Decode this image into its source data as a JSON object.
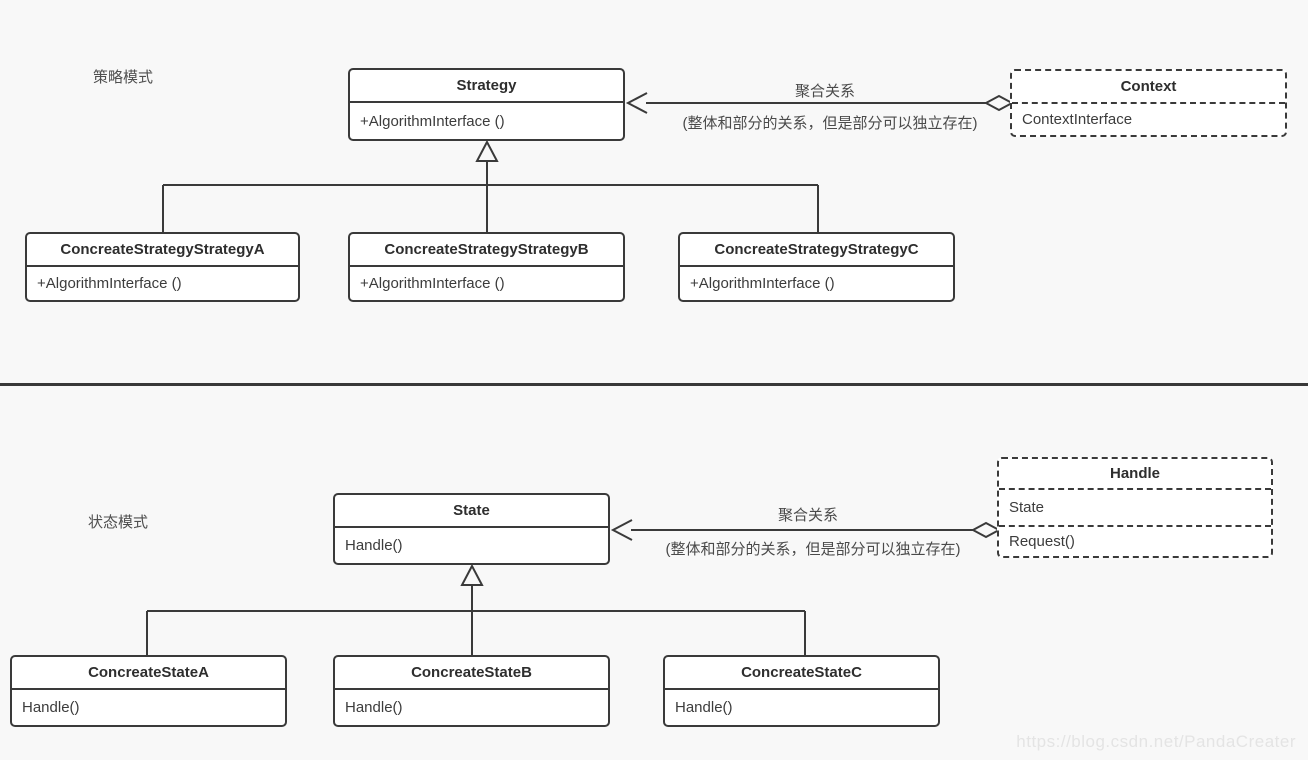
{
  "watermark": "https://blog.csdn.net/PandaCreater",
  "colors": {
    "background": "#f8f8f8",
    "box_fill": "#ffffff",
    "line": "#3a3a3a",
    "watermark_text": "#e4e4e4"
  },
  "strategy_pattern": {
    "section_label": "策略模式",
    "aggregation_label": "聚合关系",
    "aggregation_note": "(整体和部分的关系，但是部分可以独立存在)",
    "parent": {
      "title": "Strategy",
      "method": "+AlgorithmInterface ()"
    },
    "aggregator": {
      "title": "Context",
      "attribute": "ContextInterface"
    },
    "children": [
      {
        "title": "ConcreateStrategyStrategyA",
        "method": "+AlgorithmInterface ()"
      },
      {
        "title": "ConcreateStrategyStrategyB",
        "method": "+AlgorithmInterface ()"
      },
      {
        "title": "ConcreateStrategyStrategyC",
        "method": "+AlgorithmInterface ()"
      }
    ]
  },
  "state_pattern": {
    "section_label": "状态模式",
    "aggregation_label": "聚合关系",
    "aggregation_note": "(整体和部分的关系，但是部分可以独立存在)",
    "parent": {
      "title": "State",
      "method": "Handle()"
    },
    "aggregator": {
      "title": "Handle",
      "attribute": "State",
      "method": "Request()"
    },
    "children": [
      {
        "title": "ConcreateStateA",
        "method": "Handle()"
      },
      {
        "title": "ConcreateStateB",
        "method": "Handle()"
      },
      {
        "title": "ConcreateStateC",
        "method": "Handle()"
      }
    ]
  }
}
